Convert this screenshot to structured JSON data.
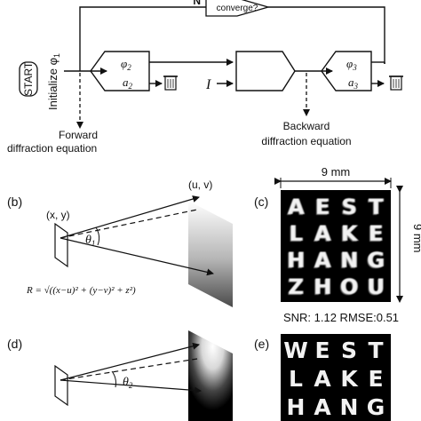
{
  "panel_a": {
    "loop_no_label": "N",
    "converge_label": "converge?",
    "start_label": "START",
    "initialize_label": "Initialize φ",
    "initialize_sub": "1",
    "phi2": "φ",
    "phi2_sub": "2",
    "a2": "a",
    "a2_sub": "2",
    "phi3": "φ",
    "phi3_sub": "3",
    "a3": "a",
    "a3_sub": "3",
    "input_label": "I",
    "forward_line1": "Forward",
    "forward_line2": "diffraction equation",
    "backward_line1": "Backward",
    "backward_line2": "diffraction equation"
  },
  "panel_b": {
    "label": "(b)",
    "xy_label": "(x, y)",
    "uv_label": "(u, v)",
    "theta_label": "θ",
    "theta_sub": "1",
    "formula": "R = √((x−u)² + (y−v)² + z²)"
  },
  "panel_c": {
    "label": "(c)",
    "width_label": "9 mm",
    "height_label": "9 mm",
    "letters": [
      "A",
      "E",
      "S",
      "T",
      "L",
      "A",
      "K",
      "E",
      "H",
      "A",
      "N",
      "G",
      "Z",
      "H",
      "O",
      "U"
    ],
    "metrics": "SNR: 1.12 RMSE:0.51"
  },
  "panel_d": {
    "label": "(d)",
    "theta_label": "θ",
    "theta_sub": "2"
  },
  "panel_e": {
    "label": "(e)",
    "letters": [
      "W",
      "E",
      "S",
      "T",
      "L",
      "A",
      "K",
      "E",
      "H",
      "A",
      "N",
      "G"
    ]
  },
  "colors": {
    "ink": "#111111",
    "panel_bg": "#000000",
    "letter": "#f2f2f2"
  }
}
